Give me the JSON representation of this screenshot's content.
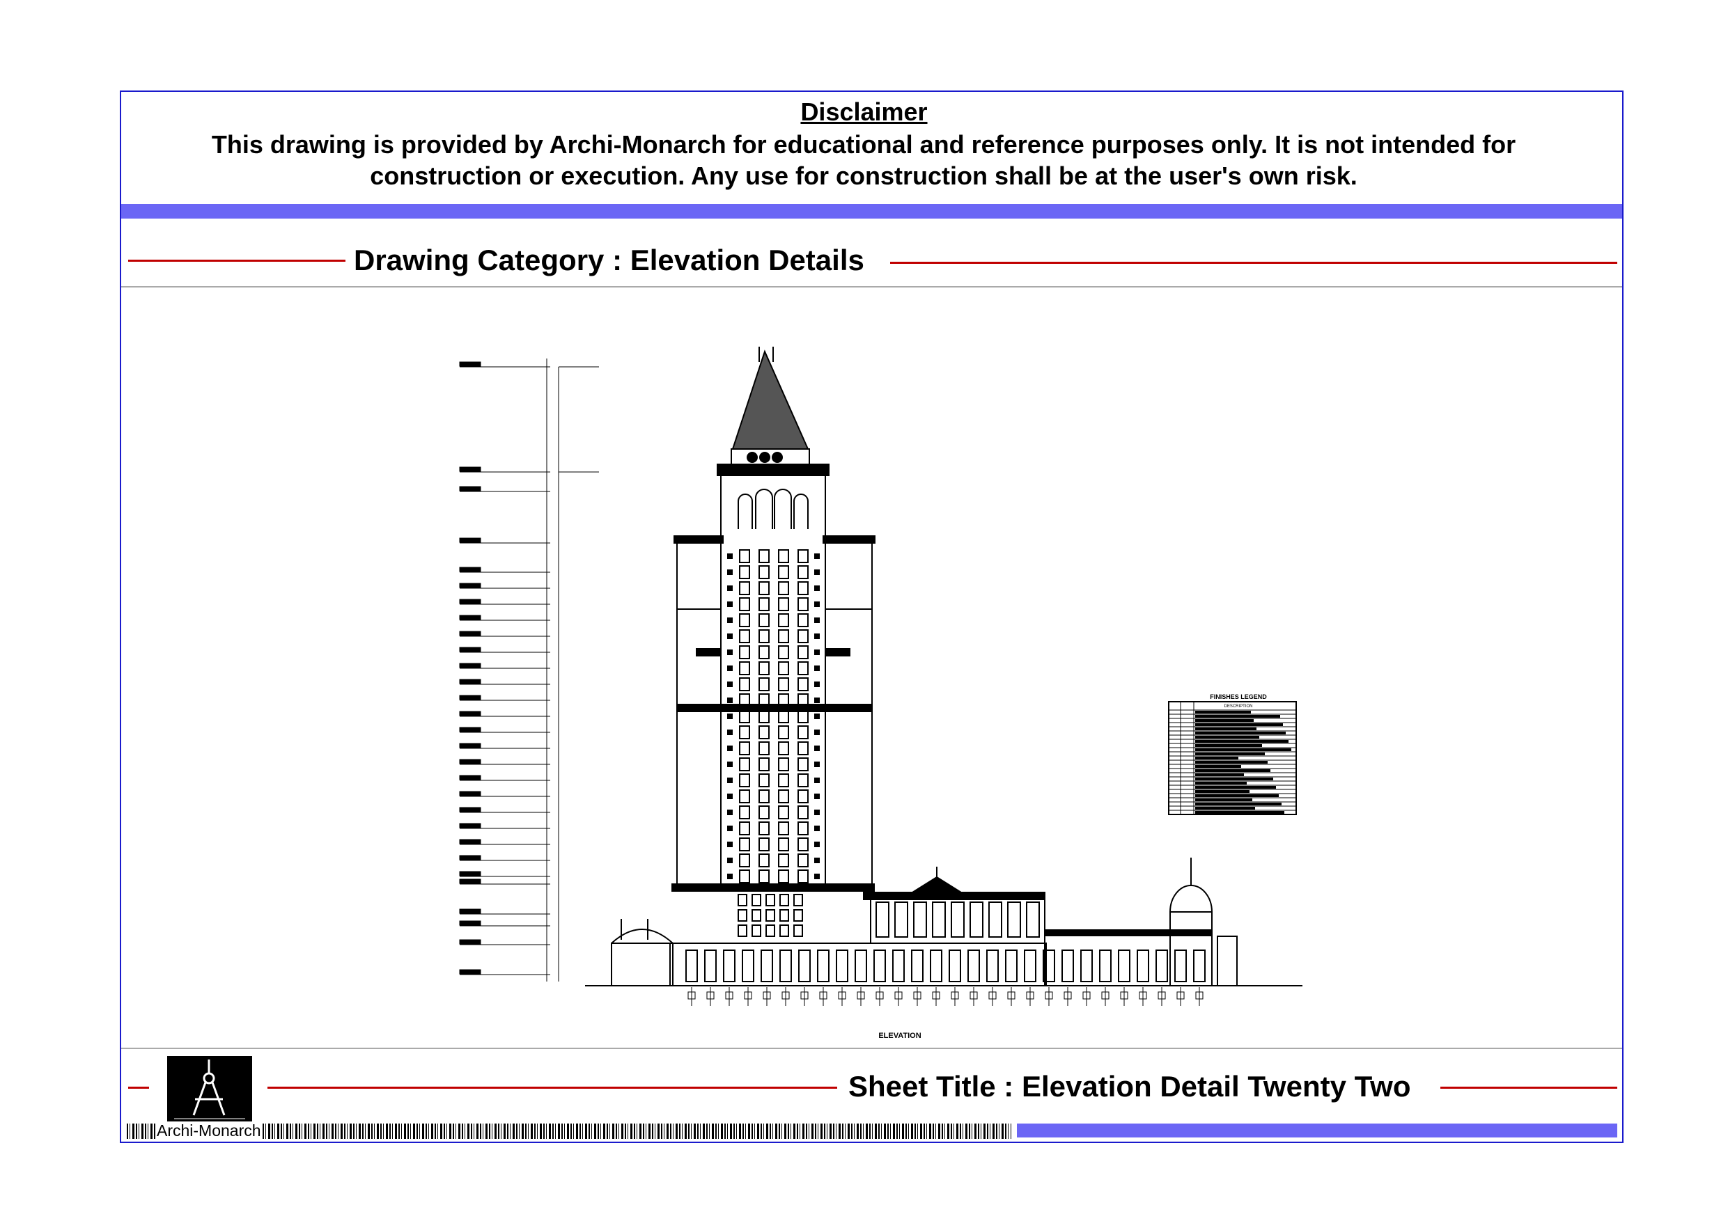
{
  "disclaimer": {
    "title": "Disclaimer",
    "text": "This drawing is provided by Archi-Monarch for educational and reference purposes only. It is not intended for construction or execution. Any use for construction shall be at the user's own risk."
  },
  "header": {
    "category": "Drawing Category : Elevation Details"
  },
  "drawing": {
    "caption": "ELEVATION",
    "legend_title": "FINISHES LEGEND",
    "legend_header": "DESCRIPTION"
  },
  "footer": {
    "sheet_title": "Sheet Title : Elevation Detail Twenty Two",
    "brand": "Archi-Monarch"
  },
  "colors": {
    "frame": "#1a1acc",
    "band": "#6b66f5",
    "rule": "#c00000"
  }
}
